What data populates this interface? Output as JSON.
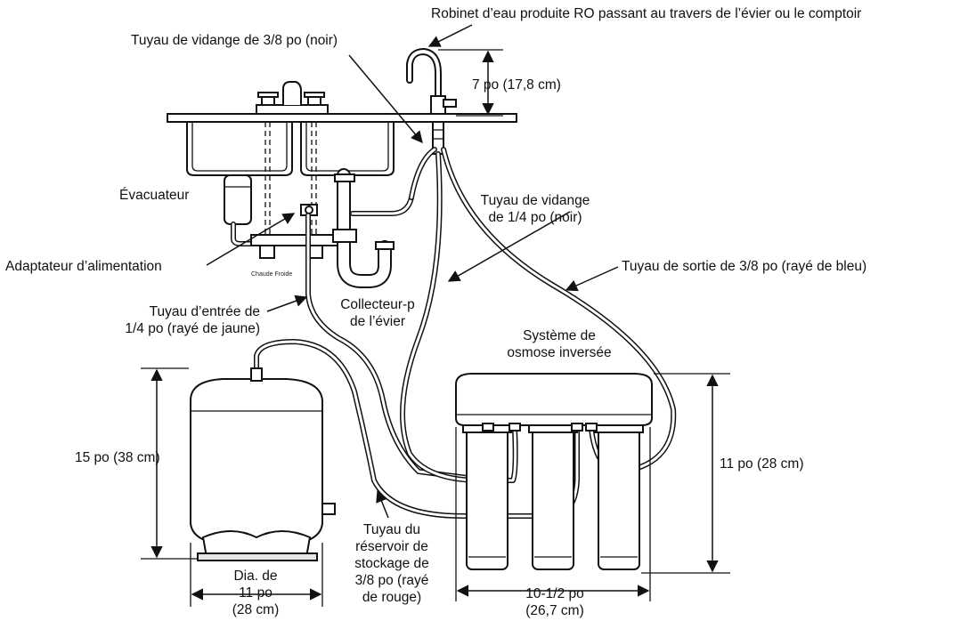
{
  "labels": {
    "faucet": "Robinet d’eau produite RO passant au travers de l’évier ou le comptoir",
    "drain_38": "Tuyau de vidange de 3/8 po (noir)",
    "faucet_height": "7 po (17,8 cm)",
    "evacuateur": "Évacuateur",
    "drain_14_line1": "Tuyau de vidange",
    "drain_14_line2": "de 1/4 po (noir)",
    "adapter": "Adaptateur d’alimentation",
    "outlet_38": "Tuyau de sortie de 3/8 po (rayé de bleu)",
    "hot_cold": "Chaude Froide",
    "inlet_line1": "Tuyau d’entrée de",
    "inlet_line2": "1/4 po (rayé de jaune)",
    "ptrap_line1": "Collecteur-p",
    "ptrap_line2": "de l’évier",
    "system_line1": "Système de",
    "system_line2": "osmose inversée",
    "tank_height": "15 po (38 cm)",
    "system_height": "11 po (28 cm)",
    "storage_line1": "Tuyau du",
    "storage_line2": "réservoir de",
    "storage_line3": "stockage de",
    "storage_line4": "3/8 po (rayé",
    "storage_line5": "de rouge)",
    "tank_dia_line1": "Dia. de",
    "tank_dia_line2": "11 po",
    "tank_dia_line3": "(28 cm)",
    "system_width_line1": "10-1/2 po",
    "system_width_line2": "(26,7 cm)"
  }
}
